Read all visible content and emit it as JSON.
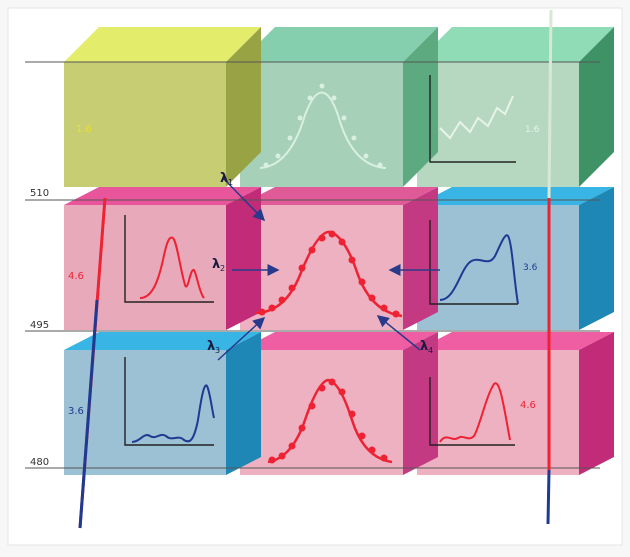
{
  "diagram": {
    "axis_labels": {
      "top": "510",
      "middle": "495",
      "bottom": "480"
    },
    "cube_labels": {
      "yellow": "1.6",
      "red_left": "4.6",
      "blue_right": "3.6",
      "blue_left": "3.6",
      "red_right": "4.6",
      "green_right": "1.6"
    },
    "lambda": {
      "l1": {
        "sym": "λ",
        "sub": "1"
      },
      "l2": {
        "sym": "λ",
        "sub": "2"
      },
      "l3": {
        "sym": "λ",
        "sub": "3"
      },
      "l4": {
        "sym": "λ",
        "sub": "4"
      }
    },
    "colors": {
      "yellow": "#c7cd72",
      "green": "#a7d0b8",
      "pink": "#e8aabb",
      "magenta_top": "#e8559a",
      "blue": "#9cc0d4",
      "cyan_top": "#38b5e4",
      "red_curve": "#ee2233",
      "blue_curve": "#1f3a93"
    }
  }
}
